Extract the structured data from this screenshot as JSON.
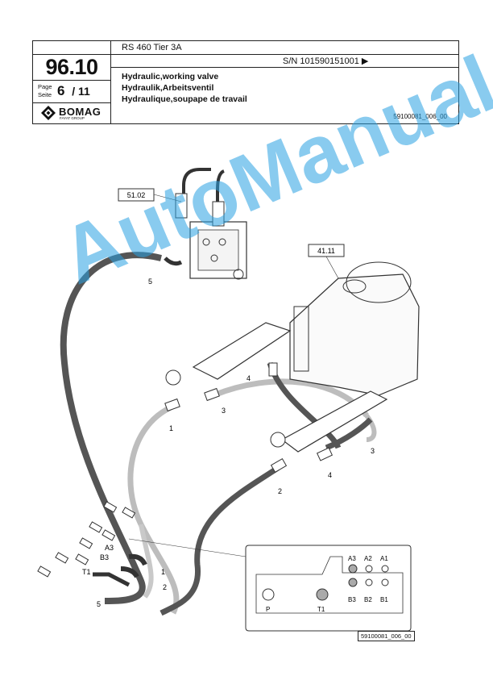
{
  "header": {
    "model": "RS 460 Tier 3A",
    "serial": "S/N 101590151001 ▶",
    "section": "96.10",
    "page_label_en": "Page",
    "page_label_de": "Seite",
    "page": "6",
    "page_total": "/ 11",
    "titles": [
      "Hydraulic,working valve",
      "Hydraulik,Arbeitsventil",
      "Hydraulique,soupape de travail"
    ],
    "doc_number": "59100081_006_00",
    "logo_name": "BOMAG",
    "logo_sub": "FAYAT GROUP"
  },
  "diagram": {
    "refs": [
      "51.02",
      "41.11"
    ],
    "callouts": [
      "5",
      "4",
      "1",
      "3",
      "2",
      "4",
      "3",
      "A3",
      "B3",
      "T1",
      "1",
      "2",
      "5"
    ],
    "panel_ports_top": [
      "A3",
      "A2",
      "A1"
    ],
    "panel_ports_bottom": [
      "B3",
      "B2",
      "B1"
    ],
    "panel_p": "P",
    "panel_t1": "T1",
    "footnote": "59100081_006_00"
  },
  "watermark": "AutoManual",
  "colors": {
    "watermark": "#28a0e1",
    "hose_dark": "#555555",
    "hose_light": "#bdbdbd"
  }
}
